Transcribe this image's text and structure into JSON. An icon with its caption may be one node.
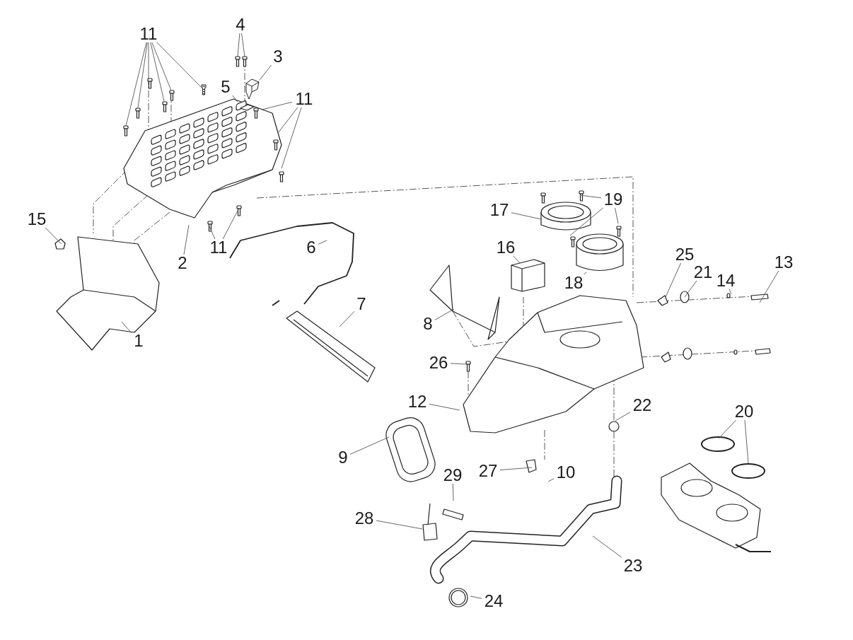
{
  "diagram": {
    "nodes": [
      {
        "text": [
          "11"
        ]
      },
      {
        "text": [
          "4"
        ]
      },
      {
        "text": [
          "3"
        ]
      },
      {
        "text": [
          "5"
        ]
      },
      {
        "text": [
          "11"
        ]
      },
      {
        "text": [
          "15"
        ]
      },
      {
        "text": [
          "19"
        ]
      },
      {
        "text": [
          "17"
        ]
      },
      {
        "text": [
          "2"
        ]
      },
      {
        "text": [
          "11"
        ]
      },
      {
        "text": [
          "6"
        ]
      },
      {
        "text": [
          "16"
        ]
      },
      {
        "text": [
          "25"
        ]
      },
      {
        "text": [
          "13"
        ]
      },
      {
        "text": [
          "21"
        ]
      },
      {
        "text": [
          "14"
        ]
      },
      {
        "text": [
          "18"
        ]
      },
      {
        "text": [
          "7"
        ]
      },
      {
        "text": [
          "8"
        ]
      },
      {
        "text": [
          "1"
        ]
      },
      {
        "text": [
          "26"
        ]
      },
      {
        "text": [
          "12"
        ]
      },
      {
        "text": [
          "22"
        ]
      },
      {
        "text": [
          "20"
        ]
      },
      {
        "text": [
          "9"
        ]
      },
      {
        "text": [
          "29"
        ]
      },
      {
        "text": [
          "27"
        ]
      },
      {
        "text": [
          "10"
        ]
      },
      {
        "text": [
          "28"
        ]
      },
      {
        "text": [
          "23"
        ]
      },
      {
        "text": [
          "24"
        ]
      },
      {
        "text": [],
        "shape": "picture"
      },
      {
        "text": [],
        "shape": "picture"
      }
    ],
    "edges": [
      {
        "from": 0,
        "to": null,
        "arrow": "none"
      },
      {
        "from": 0,
        "to": null,
        "arrow": "none"
      },
      {
        "from": 0,
        "to": null,
        "arrow": "none"
      },
      {
        "from": 0,
        "to": null,
        "arrow": "none"
      },
      {
        "from": 0,
        "to": null,
        "arrow": "none"
      },
      {
        "from": 0,
        "to": 31,
        "arrow": "none"
      },
      {
        "from": 1,
        "to": null,
        "arrow": "none"
      },
      {
        "from": 1,
        "to": null,
        "arrow": "none"
      },
      {
        "from": 2,
        "to": 32,
        "arrow": "none"
      },
      {
        "from": 3,
        "to": null,
        "arrow": "none"
      },
      {
        "from": 4,
        "to": null,
        "arrow": "none"
      },
      {
        "from": 4,
        "to": null,
        "arrow": "none"
      },
      {
        "from": 4,
        "to": null,
        "arrow": "none"
      },
      {
        "from": 5,
        "to": null,
        "arrow": "none"
      },
      {
        "from": 6,
        "to": null,
        "arrow": "none"
      },
      {
        "from": 6,
        "to": null,
        "arrow": "none"
      },
      {
        "from": 6,
        "to": null,
        "arrow": "none"
      },
      {
        "from": 7,
        "to": null,
        "arrow": "none"
      },
      {
        "from": 8,
        "to": null,
        "arrow": "none"
      },
      {
        "from": 9,
        "to": null,
        "arrow": "none"
      },
      {
        "from": 9,
        "to": null,
        "arrow": "none"
      },
      {
        "from": 10,
        "to": null,
        "arrow": "none"
      },
      {
        "from": 11,
        "to": null,
        "arrow": "none"
      },
      {
        "from": 12,
        "to": null,
        "arrow": "none"
      },
      {
        "from": 13,
        "to": null,
        "arrow": "none"
      },
      {
        "from": 14,
        "to": null,
        "arrow": "none"
      },
      {
        "from": 15,
        "to": null,
        "arrow": "none"
      },
      {
        "from": 16,
        "to": null,
        "arrow": "none"
      },
      {
        "from": 17,
        "to": null,
        "arrow": "none"
      },
      {
        "from": 18,
        "to": null,
        "arrow": "none"
      },
      {
        "from": 19,
        "to": null,
        "arrow": "none"
      },
      {
        "from": 20,
        "to": null,
        "arrow": "none"
      },
      {
        "from": 21,
        "to": null,
        "arrow": "none"
      },
      {
        "from": 22,
        "to": null,
        "arrow": "none"
      },
      {
        "from": 23,
        "to": null,
        "arrow": "none"
      },
      {
        "from": 23,
        "to": null,
        "arrow": "none"
      },
      {
        "from": 24,
        "to": null,
        "arrow": "none"
      },
      {
        "from": 25,
        "to": null,
        "arrow": "none"
      },
      {
        "from": 26,
        "to": null,
        "arrow": "none"
      },
      {
        "from": 27,
        "to": null,
        "arrow": "none"
      },
      {
        "from": 28,
        "to": null,
        "arrow": "none"
      },
      {
        "from": 29,
        "to": null,
        "arrow": "none"
      },
      {
        "from": 30,
        "to": null,
        "arrow": "none"
      }
    ]
  }
}
